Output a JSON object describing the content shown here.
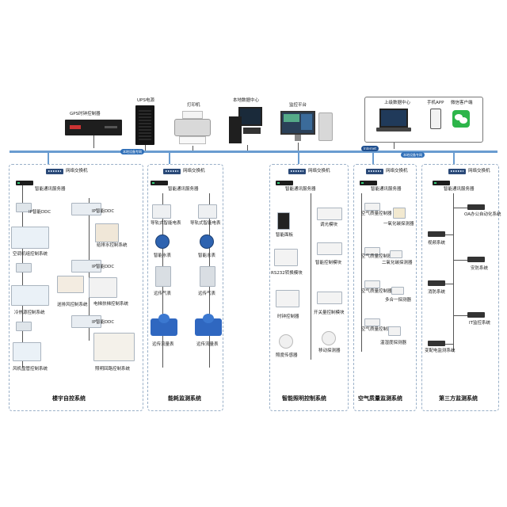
{
  "top": {
    "gps": "GPS时钟控制器",
    "ups": "UPS电源",
    "printer": "打印机",
    "local_data": "本地数据中心",
    "monitor": "监控平台",
    "cloud_data": "上级数据中心",
    "phone_app": "手机APP",
    "wechat": "微信客户端",
    "net_badge_left": "本地设备专网",
    "net_badge_mid": "Internet",
    "net_badge_right": "本地设备专网"
  },
  "panels": {
    "bas": {
      "title": "楼宇自控系统",
      "switch": "网络交换机",
      "server": "智能通讯服务器",
      "items": [
        "IP智能DDC",
        "IP智能DDC",
        "给排水控制系统",
        "空调机组控制系统",
        "IP智能DDC",
        "送排风控制系统",
        "冷热源控制系统",
        "IP智能DDC",
        "电梯扶梯控制系统",
        "风机盘管控制系统",
        "照明回路控制系统"
      ]
    },
    "energy": {
      "title": "能耗监测系统",
      "switch": "网络交换机",
      "server": "智能通讯服务器",
      "items": [
        "导轨式智能电表",
        "导轨式智能电表",
        "智能水表",
        "智能水表",
        "远传气表",
        "远传气表",
        "远传流量表",
        "远传流量表"
      ]
    },
    "lighting": {
      "title": "智能照明控制系统",
      "switch": "网络交换机",
      "server": "智能通讯服务器",
      "items": [
        "调光模块",
        "智能面板",
        "智能控制模块",
        "RS232转换模块",
        "时钟控制器",
        "开关量控制模块",
        "照度传感器",
        "移动探测器"
      ]
    },
    "air": {
      "title": "空气质量监测系统",
      "switch": "网络交换机",
      "server": "智能通讯服务器",
      "items": [
        "空气质量控制器",
        "一氧化碳探测器",
        "空气质量控制器",
        "二氧化碳探测器",
        "空气质量控制器",
        "多合一探测器",
        "空气质量控制器",
        "温湿度探测器"
      ]
    },
    "third": {
      "title": "第三方监测系统",
      "switch": "网络交换机",
      "server": "智能通讯服务器",
      "items": [
        "OA办公自动化系统",
        "视频系统",
        "安防系统",
        "消防系统",
        "IT监控系统",
        "变配电监测系统"
      ]
    }
  }
}
